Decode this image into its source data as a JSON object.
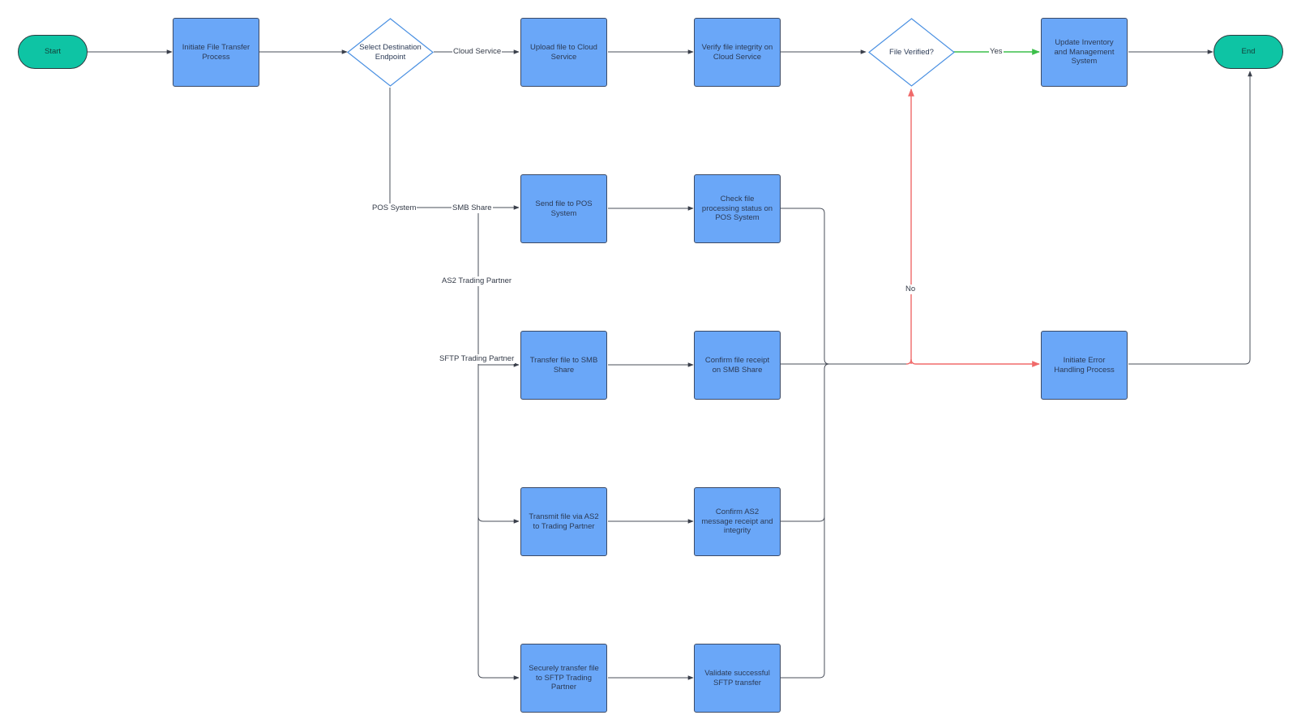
{
  "nodes": {
    "start": "Start",
    "initiate": "Initiate File Transfer Process",
    "select": "Select Destination Endpoint",
    "upload_cloud": "Upload file to Cloud Service",
    "verify_cloud": "Verify file integrity on Cloud Service",
    "file_verified": "File Verified?",
    "update_inventory": "Update Inventory and Management System",
    "end": "End",
    "send_pos": "Send file to POS System",
    "check_pos": "Check file processing status on POS System",
    "transfer_smb": "Transfer file to SMB Share",
    "confirm_smb": "Confirm file receipt on SMB Share",
    "error_handling": "Initiate Error Handling Process",
    "transmit_as2": "Transmit file via AS2 to Trading Partner",
    "confirm_as2": "Confirm AS2 message receipt and integrity",
    "secure_sftp": "Securely transfer file to SFTP Trading Partner",
    "validate_sftp": "Validate successful SFTP transfer"
  },
  "edge_labels": {
    "cloud_service": "Cloud Service",
    "pos_system": "POS System",
    "smb_share": "SMB Share",
    "as2_trading_partner": "AS2 Trading Partner",
    "sftp_trading_partner": "SFTP Trading Partner",
    "yes": "Yes",
    "no": "No"
  },
  "colors": {
    "process_fill": "#6aa7f8",
    "terminal_fill": "#0ec4a4",
    "decision_stroke": "#4a90e2",
    "edge_default": "#4a4f5a",
    "edge_yes": "#3cbf4a",
    "edge_no": "#f06a6a"
  }
}
